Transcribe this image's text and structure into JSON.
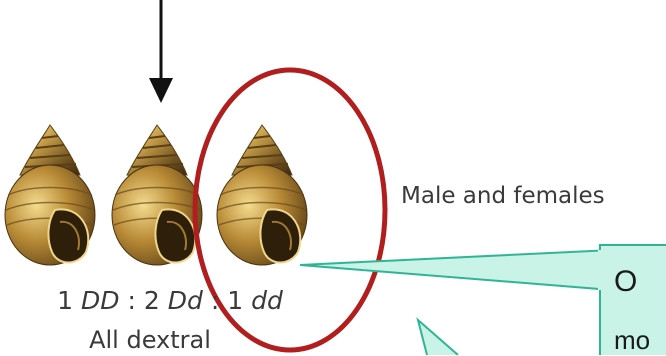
{
  "genotypes": [
    {
      "count": "1",
      "genotype": "DD"
    },
    {
      "count": "2",
      "genotype": "Dd"
    },
    {
      "count": "1",
      "genotype": "dd"
    }
  ],
  "ratio_separator": ":",
  "caption": "All dextral",
  "side_label": "Male and females",
  "callout": {
    "line1": "O",
    "line2": "mo"
  },
  "colors": {
    "circle": "#b01e1e",
    "callout_fill": "#c9f3e6",
    "callout_stroke": "#2fb596",
    "arrow": "#111111",
    "text": "#3a3a3a"
  }
}
